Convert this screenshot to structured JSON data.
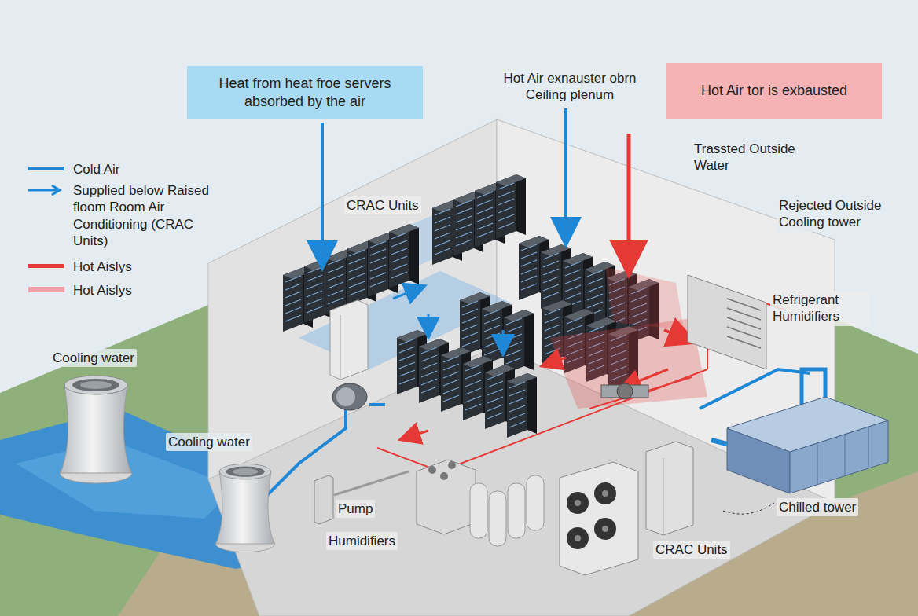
{
  "diagram": {
    "nodes": [
      {
        "text": [
          "Heat from heat froe servers absorbed by the air"
        ]
      },
      {
        "text": [
          "Hot Air tor is exbausted"
        ]
      }
    ],
    "labels": [
      "Hot Air exnauster obrn Ceiling plenum",
      "CRAC Units",
      "Trassted Outside Water",
      "Rejected Outside Cooling tower",
      "Refrigerant Humidifiers",
      "Cooling water",
      "Cooling water",
      "Pump",
      "Humidifiers",
      "CRAC Units",
      "Chilled tower"
    ],
    "legend": [
      {
        "text": "Cold Air",
        "color": "#1e88d6"
      },
      {
        "text": "Supplied below Raised floom Room Air Conditioning (CRAC Units)"
      },
      {
        "text": "Hot Aislys",
        "color": "#e53935"
      },
      {
        "text": "Hot Aislys",
        "color": "#f4a0a6"
      }
    ]
  }
}
